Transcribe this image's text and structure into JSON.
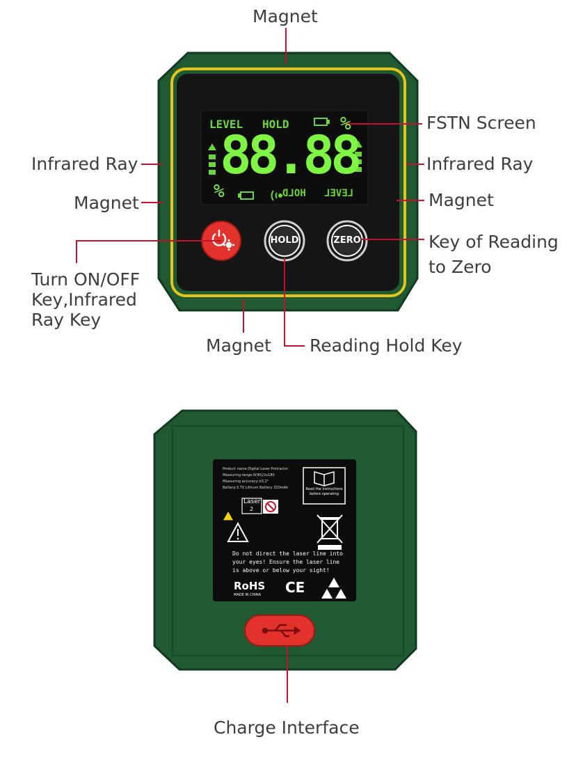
{
  "callouts": {
    "magnet_top": "Magnet",
    "fstn_screen": "FSTN Screen",
    "infrared_ray_left": "Infrared Ray",
    "infrared_ray_right": "Infrared Ray",
    "magnet_left": "Magnet",
    "magnet_right": "Magnet",
    "key_reading_zero": "Key of Reading to Zero",
    "turn_on_off": "Turn ON/OFF Key,Infrared Ray Key",
    "magnet_bottom": "Magnet",
    "reading_hold_key": "Reading Hold Key",
    "charge_interface": "Charge Interface"
  },
  "lcd": {
    "level": "LEVEL",
    "hold": "HOLD",
    "digits": "88.88",
    "percent": "%",
    "level_mirror": "LEVEL",
    "hold_mirror": "HOLD"
  },
  "buttons": {
    "hold": "HOLD",
    "zero": "ZERO"
  },
  "back_label": {
    "line1": "Product name:Digital Laser Protractor",
    "line2": "Measuring range:0(90)/2x180",
    "line3": "Measuring accuracy:±0.2°",
    "line4": "Battery:3.7V Lithium Battery 320mAh",
    "laser": "Laser",
    "laser_class": "2",
    "read_instructions": "Read the instructions before operating",
    "warning_line1": "Do not direct the laser line into",
    "warning_line2": "your eyes! Ensure the laser line",
    "warning_line3": "is above or below your sight!",
    "rohs": "RoHS",
    "made_in": "MADE IN CHINA",
    "ce": "CE"
  },
  "colors": {
    "body_green": "#1f5a33",
    "frame_yellow": "#e8c318",
    "lcd_green": "#7df542",
    "power_red": "#e3322b",
    "leader_red": "#c8102e"
  },
  "icons": [
    "power-laser-icon",
    "usb-icon",
    "battery-icon",
    "signal-icon",
    "warning-icon",
    "recycle-icon",
    "weee-bin-icon",
    "book-icon",
    "no-eye-icon",
    "laser-warning-icon"
  ]
}
